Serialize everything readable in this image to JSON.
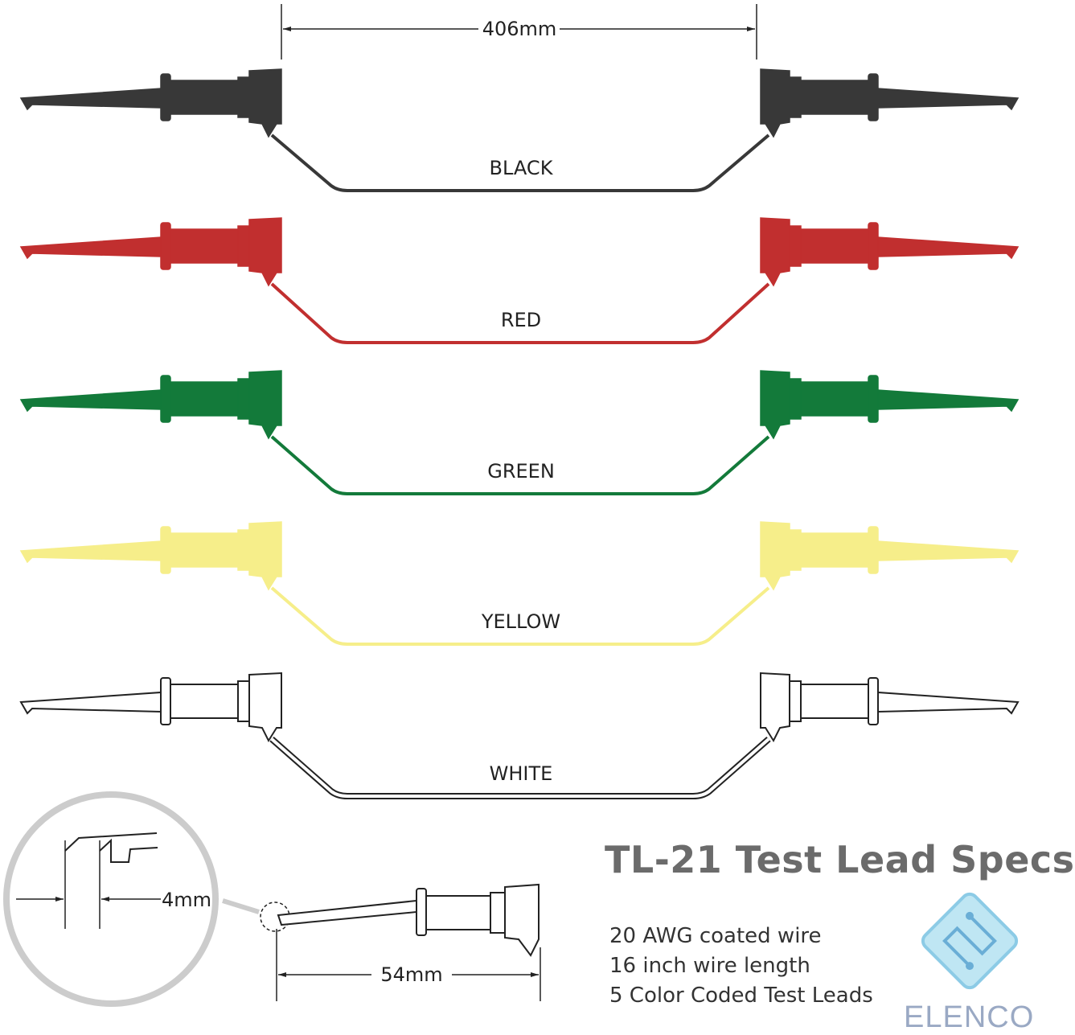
{
  "top_dimension": "406mm",
  "leads": [
    {
      "label": "BLACK",
      "color": "#383838"
    },
    {
      "label": "RED",
      "color": "#c12f2f"
    },
    {
      "label": "GREEN",
      "color": "#137a3a"
    },
    {
      "label": "YELLOW",
      "color": "#f6ee8a"
    },
    {
      "label": "WHITE",
      "color": "#ffffff"
    }
  ],
  "detail": {
    "tip_gap": "4mm",
    "clip_length": "54mm"
  },
  "title": "TL-21 Test Lead Specs",
  "specs": [
    "20 AWG coated wire",
    "16 inch wire length",
    "5 Color Coded Test Leads"
  ],
  "brand": "ELENCO",
  "icon": "circuit-logo-icon"
}
